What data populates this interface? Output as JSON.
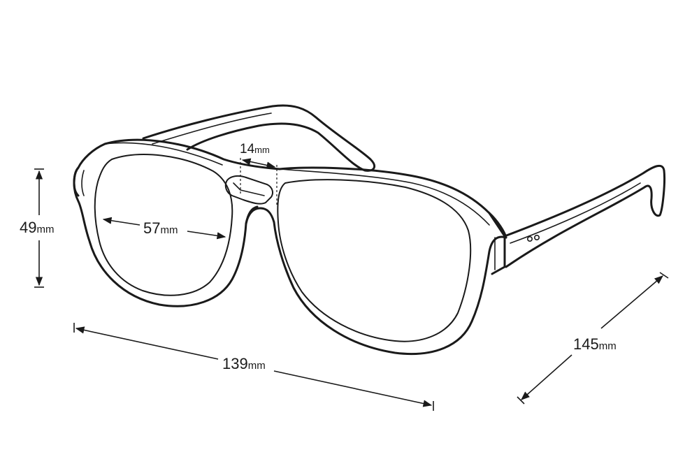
{
  "product": "aviator eyeglasses technical drawing",
  "dimensions": {
    "lens_height": {
      "value": "49",
      "unit": "mm"
    },
    "lens_width": {
      "value": "57",
      "unit": "mm"
    },
    "bridge_width": {
      "value": "14",
      "unit": "mm"
    },
    "frame_width": {
      "value": "139",
      "unit": "mm"
    },
    "temple_length": {
      "value": "145",
      "unit": "mm"
    }
  }
}
